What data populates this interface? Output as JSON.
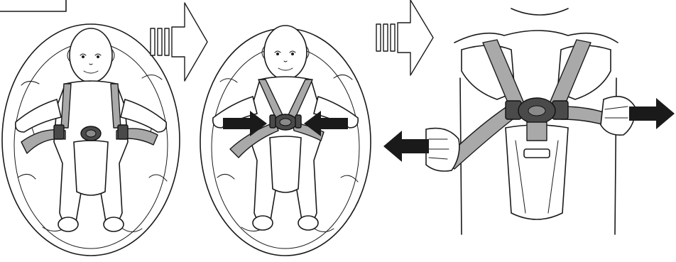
{
  "figure": {
    "panels": [
      {
        "id": "panel-1",
        "content": "baby-in-seat-harness-loose"
      },
      {
        "id": "panel-2",
        "content": "baby-in-seat-harness-buckled"
      },
      {
        "id": "panel-3",
        "content": "harness-closeup-pull-straps"
      }
    ],
    "step_arrows": 2,
    "pull_arrows": 4,
    "colors": {
      "line": "#1a1a1a",
      "strap": "#a9a9a9",
      "buckle": "#4a4a4a",
      "arrow": "#1a1a1a"
    }
  }
}
